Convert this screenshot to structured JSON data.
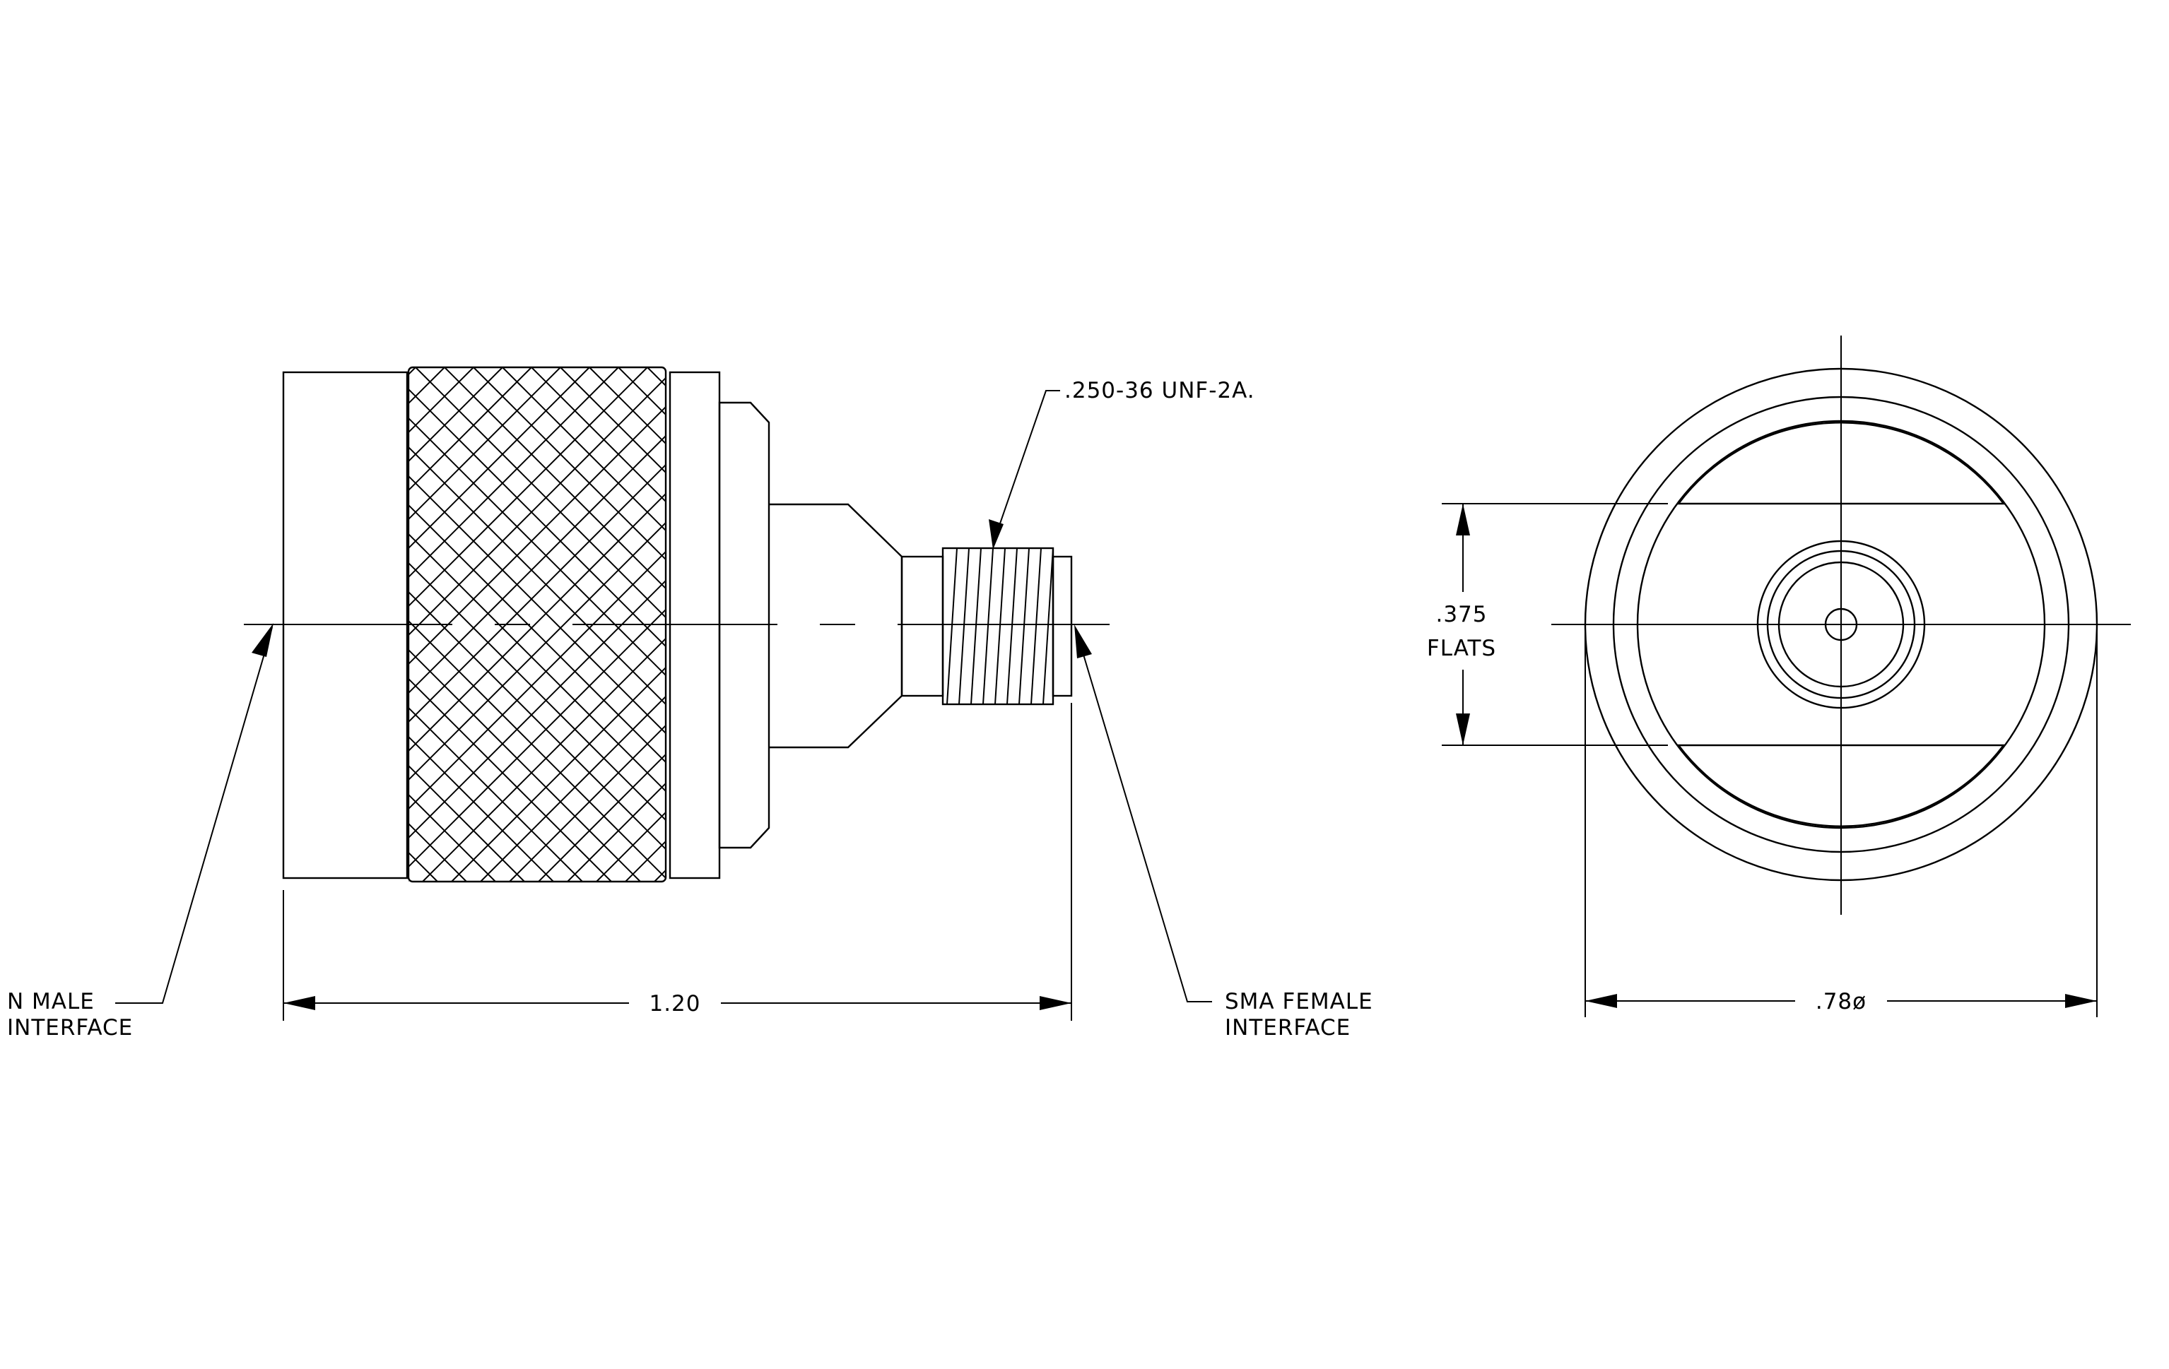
{
  "labels": {
    "thread_spec": ".250-36 UNF-2A.",
    "length_dim": "1.20",
    "n_male_line1": "N MALE",
    "n_male_line2": "INTERFACE",
    "sma_female_line1": "SMA FEMALE",
    "sma_female_line2": "INTERFACE",
    "flats_value": ".375",
    "flats_word": "FLATS",
    "diameter_dim": ".78ø"
  },
  "colors": {
    "line": "#000000",
    "background": "#ffffff"
  }
}
